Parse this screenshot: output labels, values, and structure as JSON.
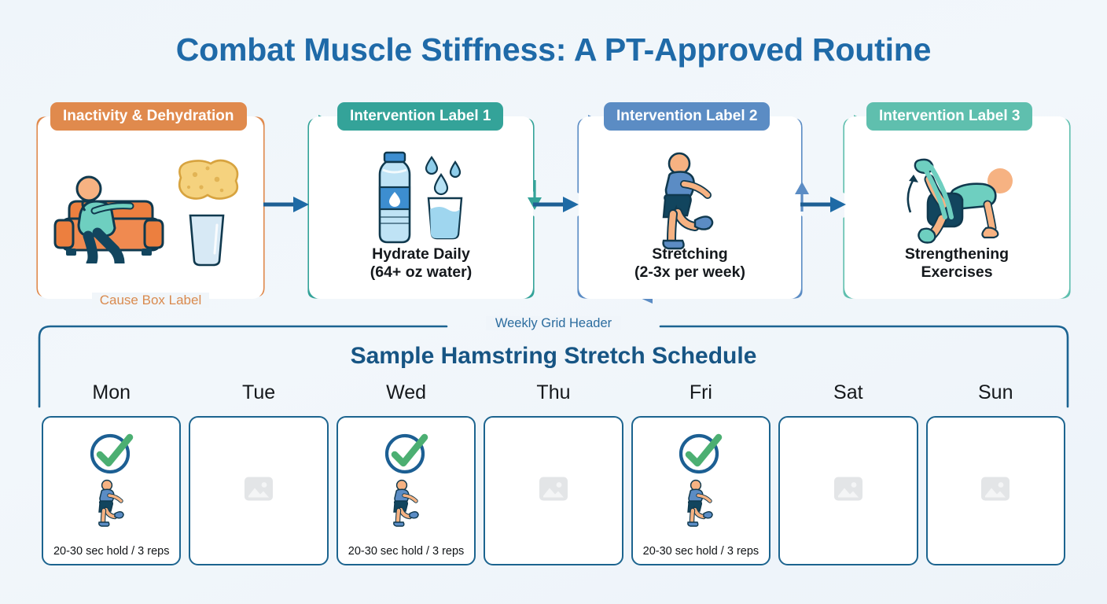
{
  "title": "Combat Muscle Stiffness: A PT-Approved Routine",
  "theme": {
    "background": "#eef4fa",
    "title_blue": "#1f6aa8",
    "cause_orange": "#e08a4d",
    "teal": "#34a399",
    "slate_blue": "#5b8cc4",
    "teal2": "#5fbfae",
    "arrow_blue": "#1e5f94",
    "check_green": "#4caf72",
    "card_border": "#1c648f"
  },
  "flow": {
    "cause": {
      "pill_label": "Inactivity & Dehydration",
      "footer_label": "Cause Box Label",
      "border_color": "#e08a4d",
      "pill_color": "#e08a4d",
      "icons": [
        "person-on-couch-icon",
        "sponge-icon",
        "empty-glass-icon"
      ]
    },
    "steps": [
      {
        "pill_label": "Intervention Label 1",
        "caption": "Hydrate Daily",
        "subcaption": "(64+ oz water)",
        "border_color": "#34a399",
        "pill_color": "#34a399",
        "icons": [
          "water-bottle-icon",
          "water-drop-icon",
          "water-glass-icon"
        ]
      },
      {
        "pill_label": "Intervention Label 2",
        "caption": "Stretching",
        "subcaption": "(2-3x per week)",
        "border_color": "#5b8cc4",
        "pill_color": "#5b8cc4",
        "icons": [
          "standing-hamstring-stretch-icon"
        ]
      },
      {
        "pill_label": "Intervention Label 3",
        "caption": "Strengthening",
        "subcaption": "Exercises",
        "border_color": "#5fbfae",
        "pill_color": "#5fbfae",
        "icons": [
          "resistance-band-kickback-icon"
        ]
      }
    ],
    "connectors": [
      "arrow-right-1",
      "arrow-right-2",
      "arrow-right-3"
    ]
  },
  "weekly": {
    "legend": "Weekly Grid Header",
    "title": "Sample Hamstring Stretch Schedule",
    "days": [
      {
        "label": "Mon",
        "active": true,
        "reps": "20-30 sec hold / 3 reps"
      },
      {
        "label": "Tue",
        "active": false,
        "reps": ""
      },
      {
        "label": "Wed",
        "active": true,
        "reps": "20-30 sec hold / 3 reps"
      },
      {
        "label": "Thu",
        "active": false,
        "reps": ""
      },
      {
        "label": "Fri",
        "active": true,
        "reps": "20-30 sec hold / 3 reps"
      },
      {
        "label": "Sat",
        "active": false,
        "reps": ""
      },
      {
        "label": "Sun",
        "active": false,
        "reps": ""
      }
    ]
  }
}
